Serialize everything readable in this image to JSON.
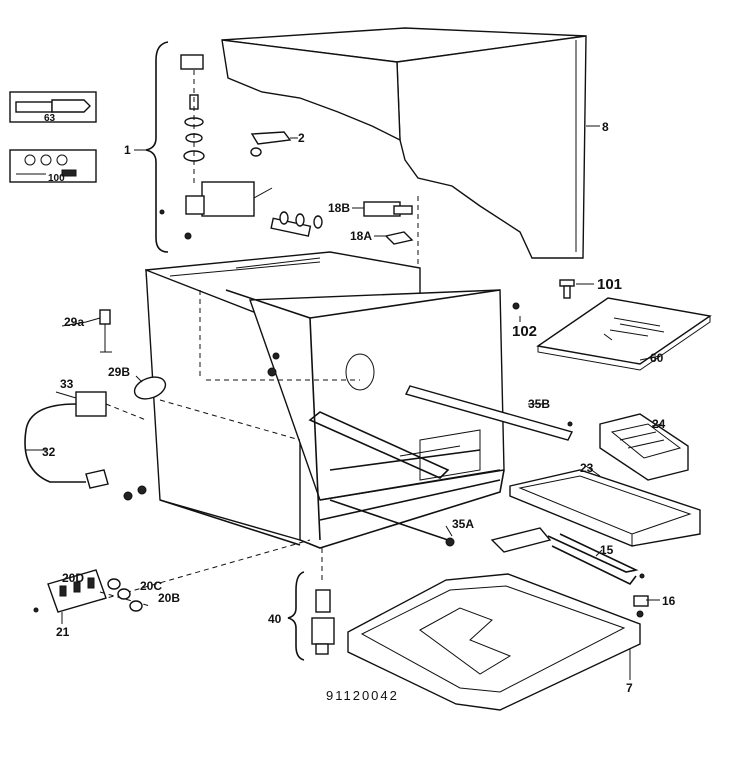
{
  "diagram": {
    "drawing_number": "91120042",
    "labels": {
      "p1": "1",
      "p2": "2",
      "p8": "8",
      "p15": "15",
      "p16": "16",
      "p18A": "18A",
      "p18B": "18B",
      "p20B": "20B",
      "p20C": "20C",
      "p20D": "20D",
      "p21": "21",
      "p23": "23",
      "p24": "24",
      "p29a": "29a",
      "p29B": "29B",
      "p32": "32",
      "p33": "33",
      "p35A": "35A",
      "p35B": "35B",
      "p40": "40",
      "p60": "60",
      "p63": "63",
      "p7": "7",
      "p100": "100",
      "p101": "101",
      "p102": "102"
    }
  }
}
